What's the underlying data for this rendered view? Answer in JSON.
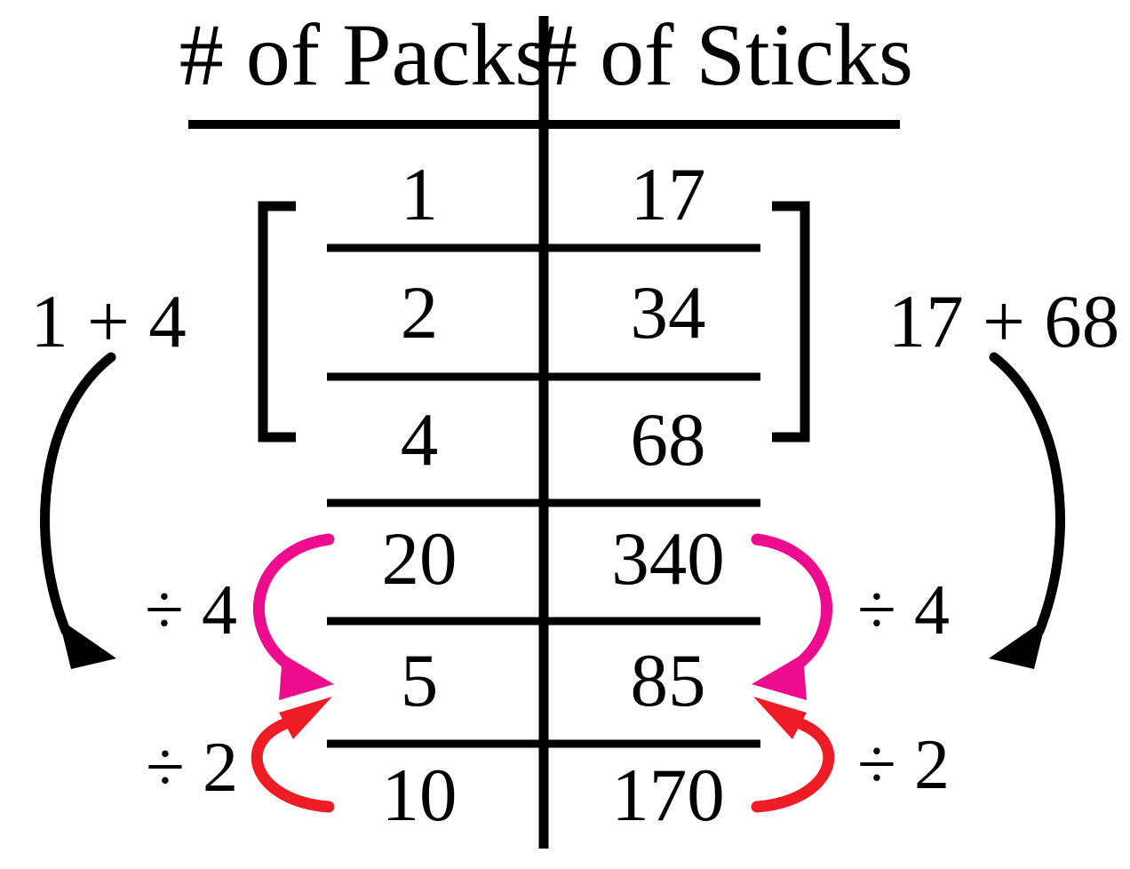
{
  "diagram": {
    "headers": {
      "packs": "# of Packs",
      "sticks": "# of Sticks"
    },
    "rows": [
      {
        "packs": "1",
        "sticks": "17"
      },
      {
        "packs": "2",
        "sticks": "34"
      },
      {
        "packs": "4",
        "sticks": "68"
      },
      {
        "packs": "20",
        "sticks": "340"
      },
      {
        "packs": "5",
        "sticks": "85"
      },
      {
        "packs": "10",
        "sticks": "170"
      }
    ],
    "annotations": {
      "left_add": "1 + 4",
      "right_add": "17 + 68",
      "left_div4": "÷ 4",
      "left_div2": "÷ 2",
      "right_div4": "÷ 4",
      "right_div2": "÷ 2"
    },
    "colors": {
      "ink": "#000000",
      "pink": "#EC0C8D",
      "red": "#EE1C25"
    }
  }
}
